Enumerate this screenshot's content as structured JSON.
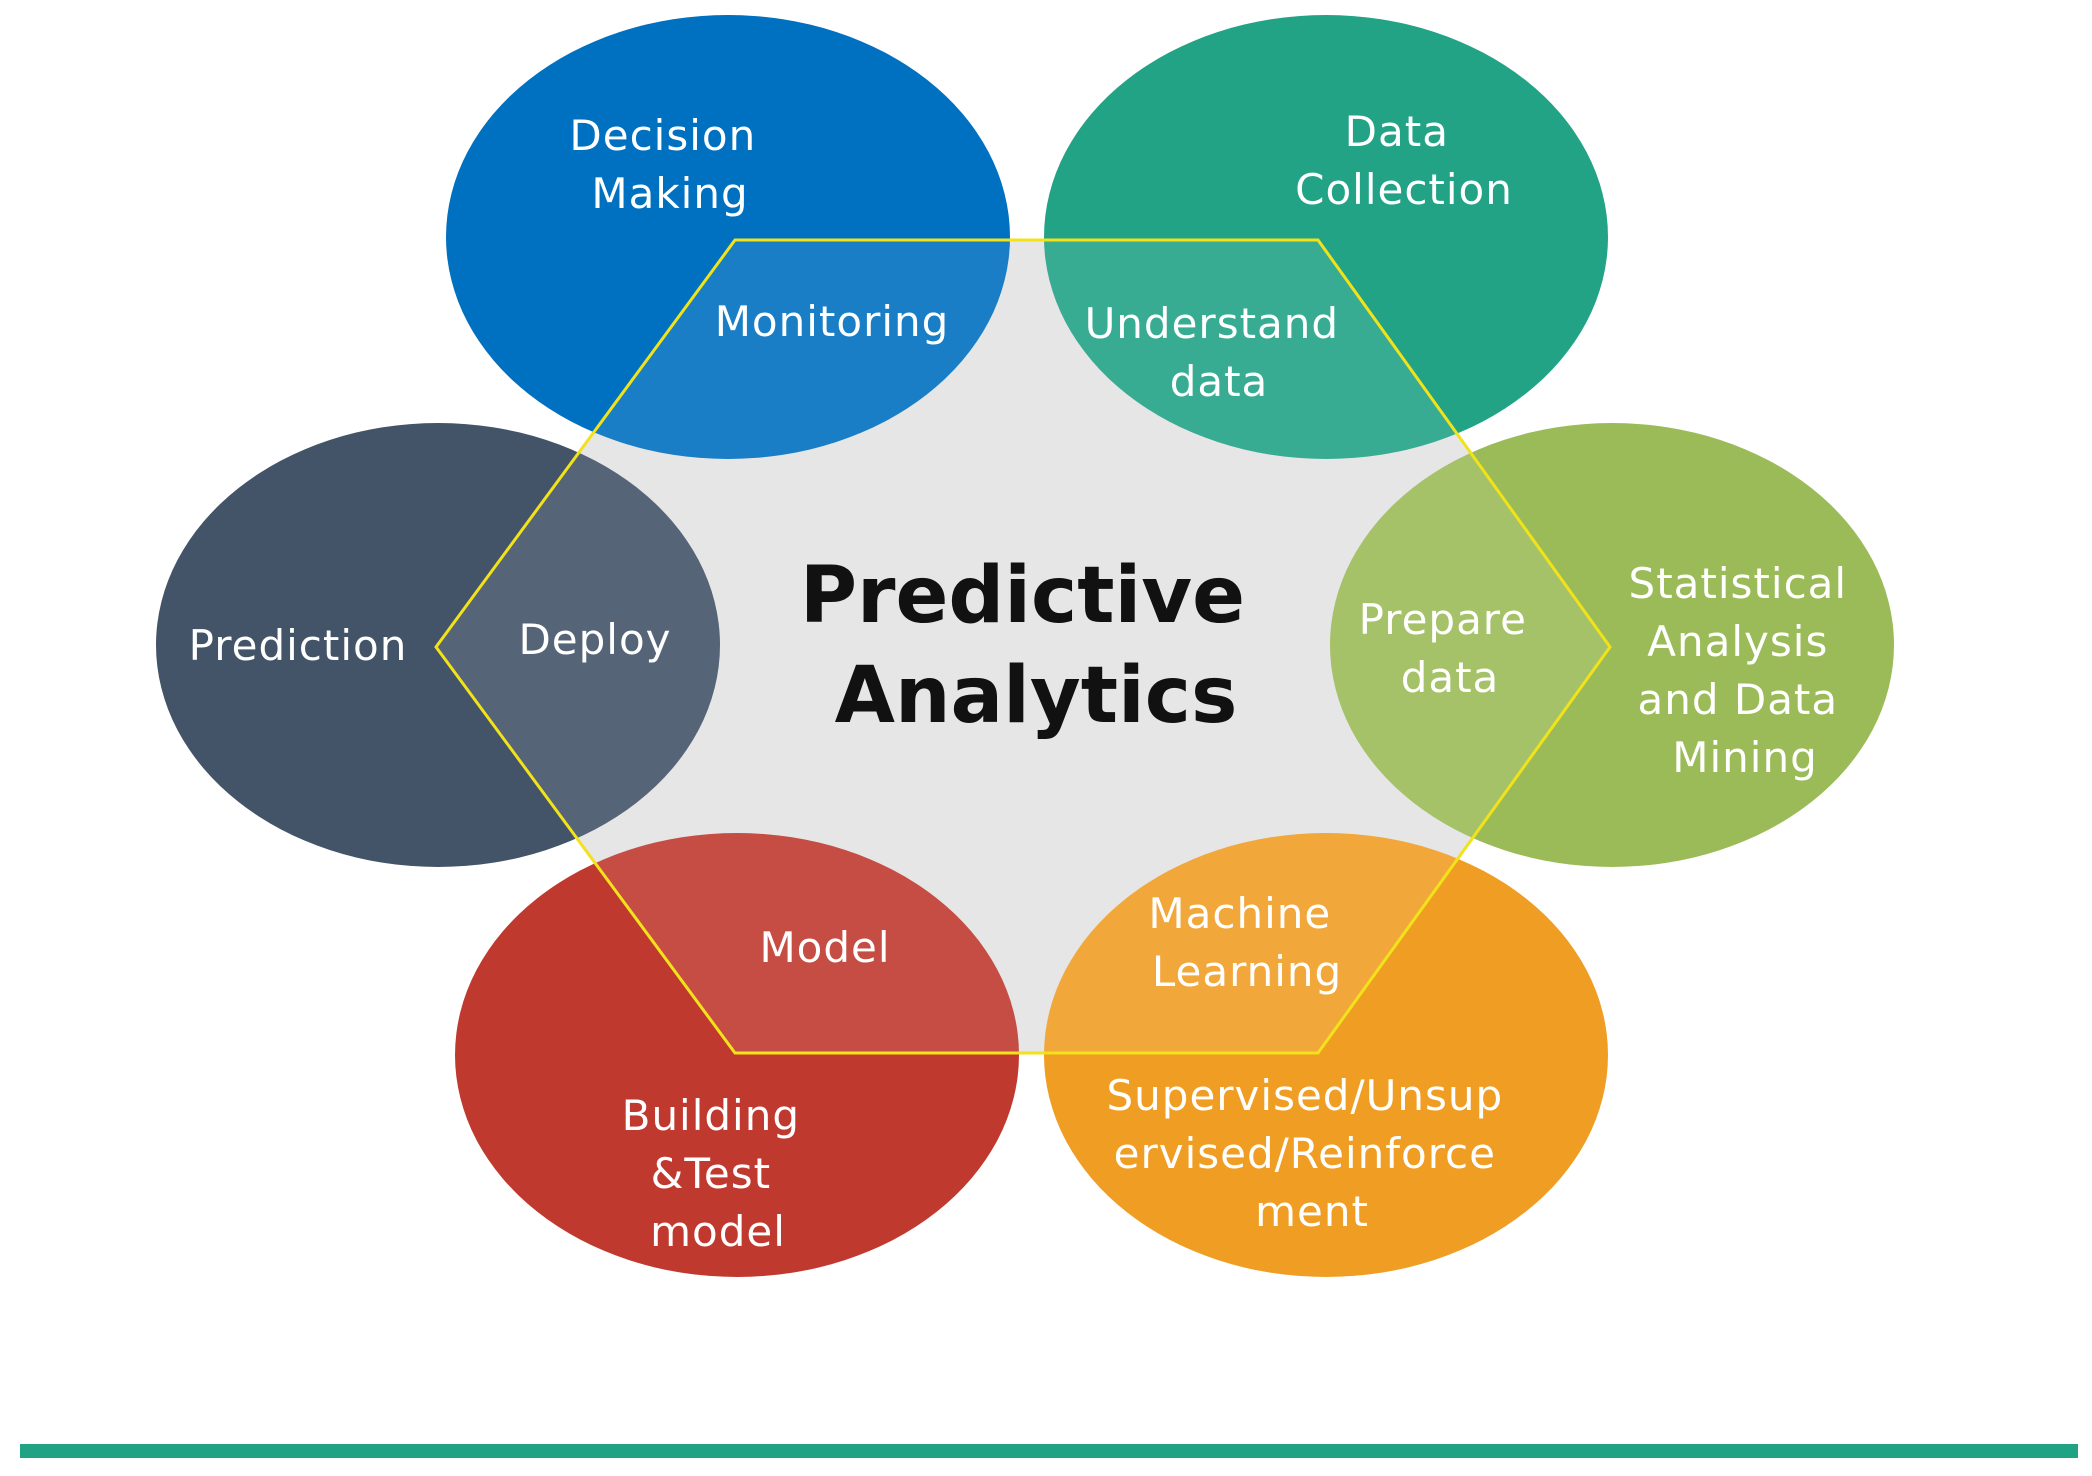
{
  "title": [
    "Predictive",
    "Analytics"
  ],
  "colors": {
    "center_fill": "#e6e6e6",
    "hexagon_stroke": "#f2e21a",
    "bottom_rule": "#1fa384"
  },
  "circles": [
    {
      "id": "decision-making",
      "color": "#0070c0",
      "outer": [
        "Decision",
        "Making"
      ],
      "inner": [
        "Monitoring"
      ]
    },
    {
      "id": "data-collection",
      "color": "#22a386",
      "outer": [
        "Data",
        "Collection"
      ],
      "inner": [
        "Understand",
        "data"
      ]
    },
    {
      "id": "statistical-analysis",
      "color": "#9bbb59",
      "outer": [
        "Statistical",
        "Analysis",
        "and  Data",
        "Mining"
      ],
      "inner": [
        "Prepare",
        "data"
      ]
    },
    {
      "id": "supervised-learning",
      "color": "#f09d24",
      "outer": [
        "Supervised/Unsup",
        "ervised/Reinforce",
        "ment"
      ],
      "inner": [
        "Machine",
        "Learning"
      ]
    },
    {
      "id": "building-test-model",
      "color": "#c0392f",
      "outer": [
        "Building",
        "&Test",
        "model"
      ],
      "inner": [
        "Model"
      ]
    },
    {
      "id": "prediction",
      "color": "#435368",
      "outer": [
        "Prediction"
      ],
      "inner": [
        "Deploy"
      ]
    }
  ]
}
